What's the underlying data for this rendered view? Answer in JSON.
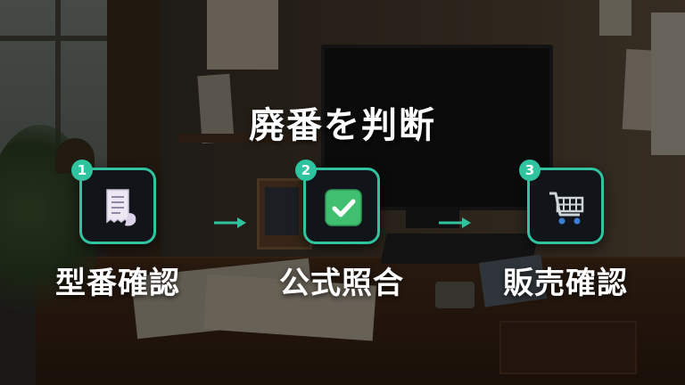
{
  "title": "廃番を判断",
  "colors": {
    "accent": "#2fc39f",
    "tile_bg": "#111418",
    "text": "#ffffff"
  },
  "steps": [
    {
      "number": "1",
      "label": "型番確認",
      "icon": "receipt-icon"
    },
    {
      "number": "2",
      "label": "公式照合",
      "icon": "checkmark-icon"
    },
    {
      "number": "3",
      "label": "販売確認",
      "icon": "shopping-cart-icon"
    }
  ]
}
